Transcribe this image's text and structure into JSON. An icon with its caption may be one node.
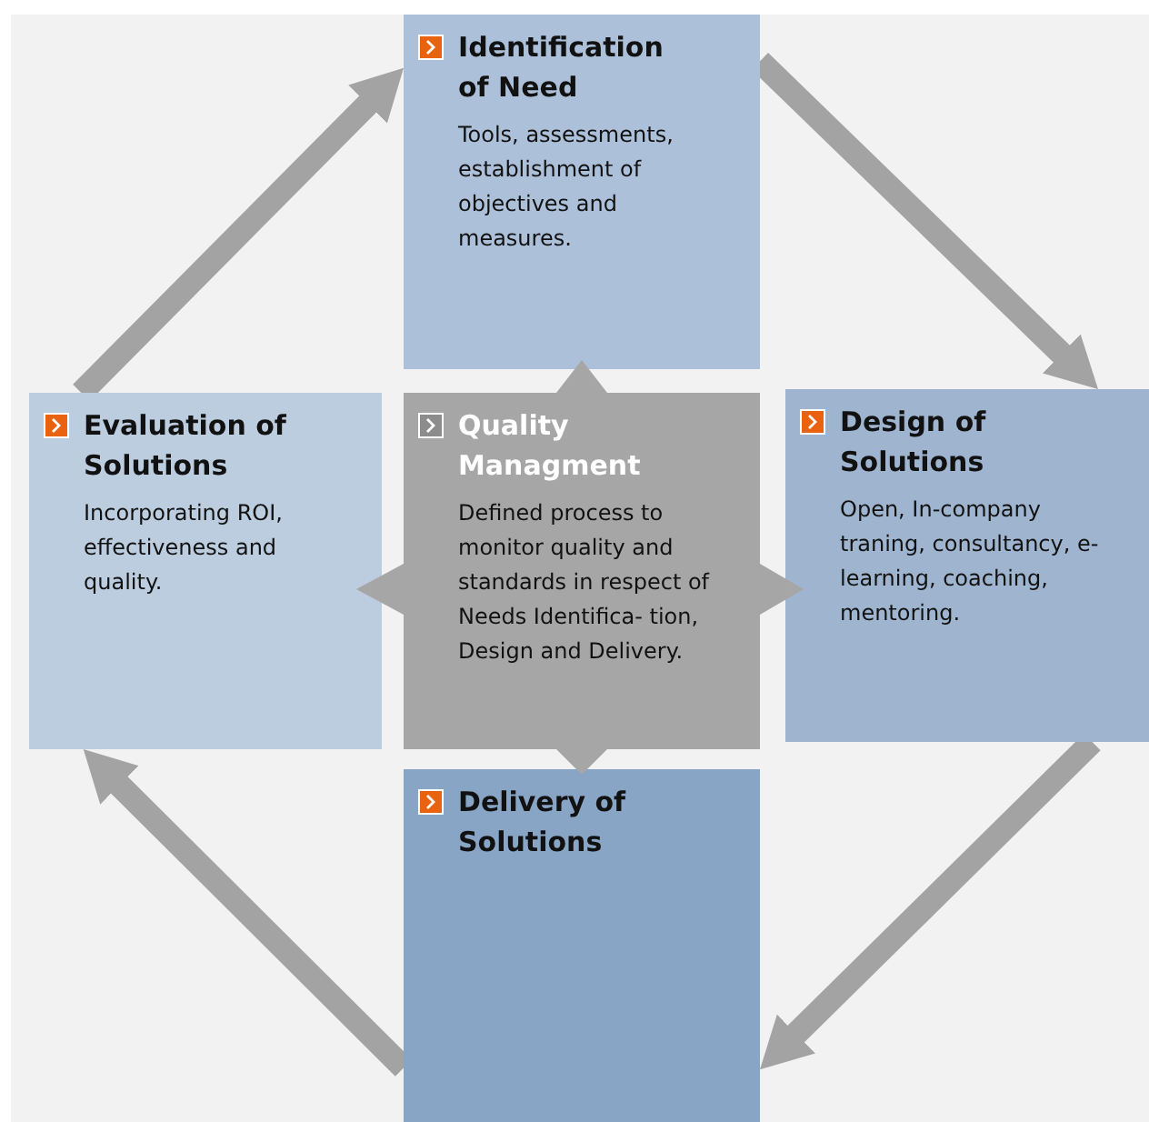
{
  "diagram": {
    "nodes": [
      {
        "text": [
          "Identification of Need",
          "Tools, assessments, establishment of objectives and measures."
        ]
      },
      {
        "text": [
          "Evaluation of Solutions",
          "Incorporating ROI, effectiveness and quality."
        ]
      },
      {
        "text": [
          "Quality Managment",
          "Defined process to monitor quality and standards in respect of Needs Identifica- tion, Design and Delivery."
        ]
      },
      {
        "text": [
          "Design of Solutions",
          "Open, In-company traning, consultancy, e-learning, coaching, mentoring."
        ]
      },
      {
        "text": [
          "Delivery of Solutions"
        ]
      }
    ],
    "edges": [
      {
        "from": 1,
        "to": 0,
        "arrow": "to"
      },
      {
        "from": 0,
        "to": 3,
        "arrow": "to"
      },
      {
        "from": 3,
        "to": 4,
        "arrow": "to"
      },
      {
        "from": 4,
        "to": 1,
        "arrow": "to"
      }
    ]
  }
}
